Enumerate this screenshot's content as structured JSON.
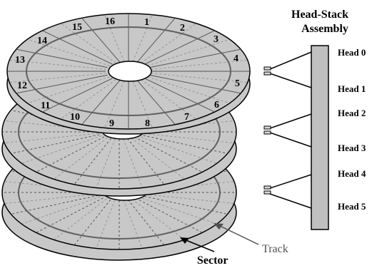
{
  "title_lines": [
    "Head-Stack",
    "Assembly"
  ],
  "heads": [
    "Head 0",
    "Head 1",
    "Head 2",
    "Head 3",
    "Head 4",
    "Head 5"
  ],
  "sectors": [
    "1",
    "2",
    "3",
    "4",
    "5",
    "6",
    "7",
    "8",
    "9",
    "10",
    "11",
    "12",
    "13",
    "14",
    "15",
    "16"
  ],
  "callouts": {
    "track": "Track",
    "sector": "Sector"
  },
  "colors": {
    "platter_fill": "#c8c8c8",
    "platter_stroke": "#000000",
    "track_stroke": "#606060",
    "assembly_fill": "#c0c0c0",
    "track_label": "#505050",
    "sector_label": "#000000"
  }
}
